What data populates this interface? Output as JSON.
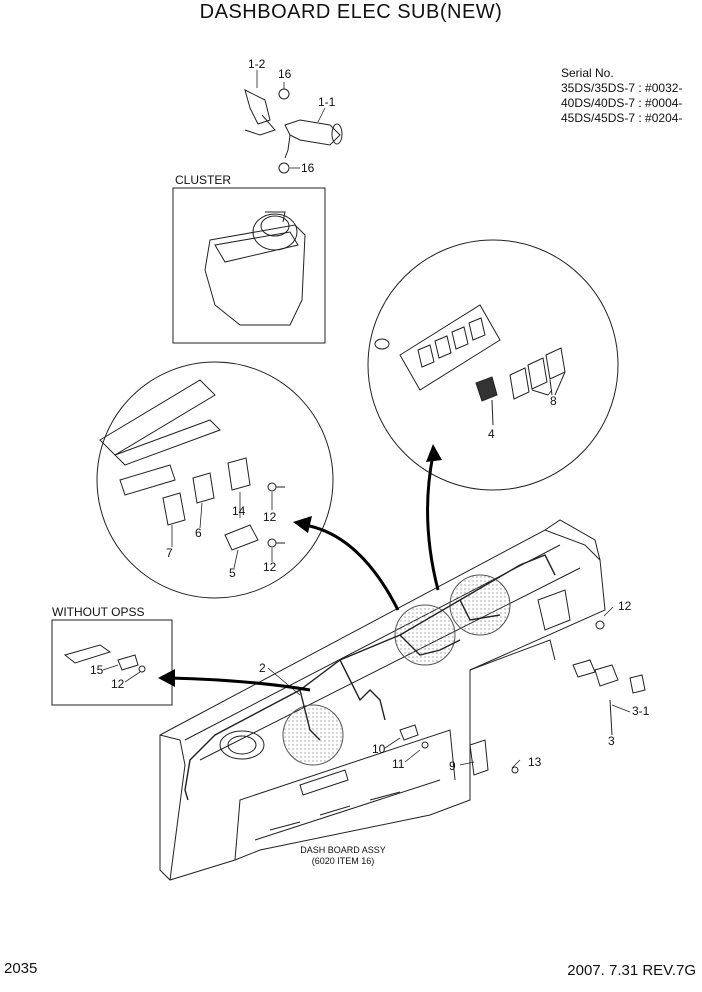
{
  "title": "DASHBOARD ELEC SUB(NEW)",
  "serial": {
    "heading": "Serial No.",
    "lines": [
      "35DS/35DS-7 : #0032-",
      "40DS/40DS-7 : #0004-",
      "45DS/45DS-7 : #0204-"
    ]
  },
  "labels": {
    "cluster": "CLUSTER",
    "without_opss": "WITHOUT OPSS",
    "dash_board_assy_1": "DASH BOARD ASSY",
    "dash_board_assy_2": "(6020 ITEM 16)"
  },
  "callouts": {
    "c1_2": "1-2",
    "c16a": "16",
    "c1_1": "1-1",
    "c16b": "16",
    "c8": "8",
    "c4": "4",
    "c14": "14",
    "c12a": "12",
    "c7": "7",
    "c6": "6",
    "c5": "5",
    "c12b": "12",
    "c12c": "12",
    "c15": "15",
    "c12d": "12",
    "c2": "2",
    "c10": "10",
    "c11": "11",
    "c9": "9",
    "c13": "13",
    "c3_1": "3-1",
    "c3": "3"
  },
  "footer": {
    "page_number": "2035",
    "revision": "2007. 7.31 REV.7G"
  }
}
